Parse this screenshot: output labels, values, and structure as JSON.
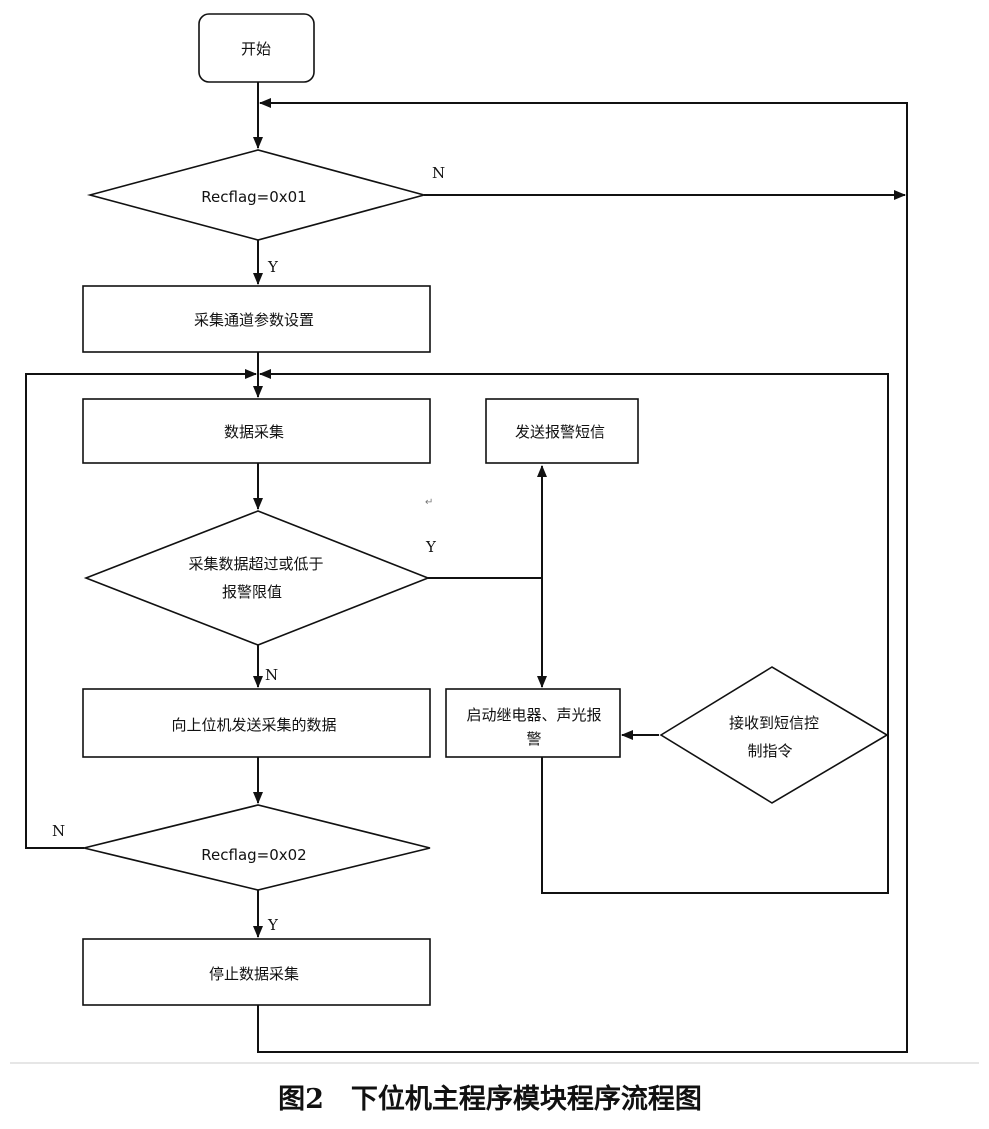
{
  "nodes": {
    "start": "开始",
    "decision_recflag1": "Recflag=0x01",
    "set_params": "采集通道参数设置",
    "collect": "数据采集",
    "decision_threshold_line1": "采集数据超过或低于",
    "decision_threshold_line2": "报警限值",
    "send_upper": "向上位机发送采集的数据",
    "decision_recflag2": "Recflag=0x02",
    "stop": "停止数据采集",
    "send_sms": "发送报警短信",
    "relay_alarm_line1": "启动继电器、声光报",
    "relay_alarm_line2": "警",
    "recv_sms_line1": "接收到短信控",
    "recv_sms_line2": "制指令"
  },
  "labels": {
    "n1": "N",
    "y1": "Y",
    "y2": "Y",
    "n2": "N",
    "n3": "N",
    "y3": "Y"
  },
  "paragraph_mark": "↵",
  "caption": "图2　下位机主程序模块程序流程图"
}
